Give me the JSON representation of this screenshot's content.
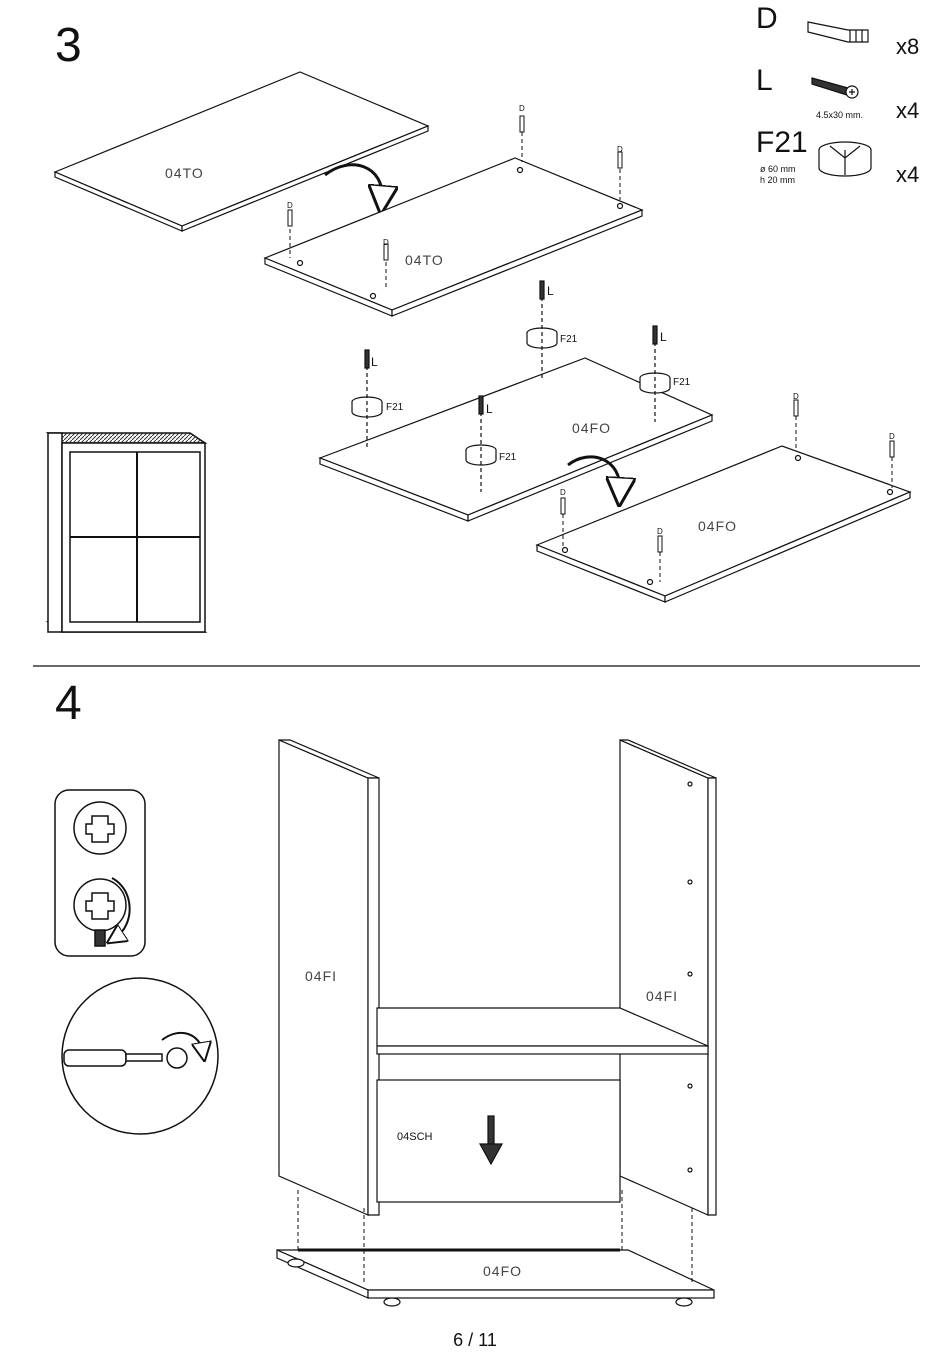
{
  "step3": {
    "number": "3",
    "parts": [
      {
        "code": "D",
        "qty": "x8",
        "note": ""
      },
      {
        "code": "L",
        "qty": "x4",
        "note": "4.5x30 mm."
      },
      {
        "code": "F21",
        "qty": "x4",
        "note_line1": "ø 60 mm",
        "note_line2": "h 20 mm"
      }
    ],
    "labels": {
      "top_panel_1": "04TO",
      "top_panel_2": "04TO",
      "bottom_panel_1": "04FO",
      "bottom_panel_2": "04FO",
      "foot": "F21",
      "screw": "L",
      "dowel": "D"
    }
  },
  "step4": {
    "number": "4",
    "labels": {
      "side_left": "04FI",
      "side_right": "04FI",
      "back": "04SCH",
      "base": "04FO"
    }
  },
  "footer": {
    "page": "6 / 11"
  }
}
